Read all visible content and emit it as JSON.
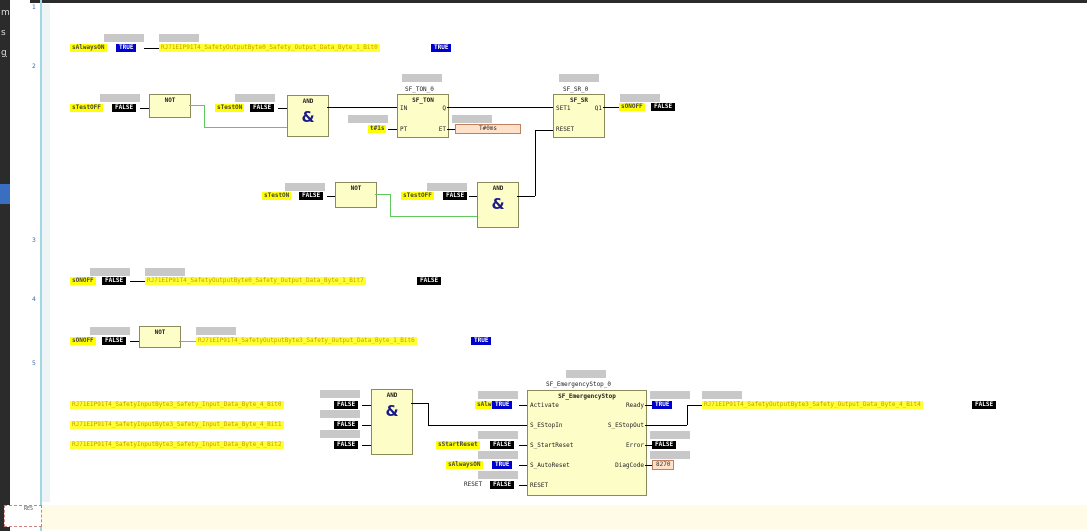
{
  "sidebar_fragments": [
    "m",
    "s",
    "g"
  ],
  "line_numbers": [
    "1",
    "2",
    "3",
    "4",
    "5"
  ],
  "corner_box_text": "RES",
  "values": {
    "true": "TRUE",
    "false": "FALSE"
  },
  "vars": {
    "s_always_on": "sAlwaysON",
    "s_test_off": "sTestOFF",
    "s_test_on": "sTestON",
    "s_on_off": "sONOFF",
    "s_start_reset": "sStartReset",
    "reset": "RESET",
    "out_bit0": "RJ71EIP91T4_SafetyOutputByte0_Safety_Output_Data_Byte_1_Bit0",
    "out_bit7": "RJ71EIP91T4_SafetyOutputByte0_Safety_Output_Data_Byte_1_Bit7",
    "out3_bit6": "RJ71EIP91T4_SafetyOutputByte3_Safety_Output_Data_Byte_1_Bit6",
    "in_bit0": "RJ71EIP91T4_SafetyInputByte3_Safety_Input_Data_Byte_4_Bit0",
    "in_bit1": "RJ71EIP91T4_SafetyInputByte3_Safety_Input_Data_Byte_4_Bit1",
    "in_bit2": "RJ71EIP91T4_SafetyInputByte3_Safety_Input_Data_Byte_4_Bit2",
    "out3_bit4": "RJ71EIP91T4_SafetyOutputByte3_Safety_Output_Data_Byte_4_Bit4"
  },
  "blocks": {
    "not": "NOT",
    "and": "AND",
    "amp": "&",
    "ton_instance": "SF_TON_0",
    "ton_type": "SF_TON",
    "ton_in": "IN",
    "ton_q": "Q",
    "ton_pt": "PT",
    "ton_et": "ET",
    "ton_pt_value": "t#1s",
    "ton_et_value": "T#0ms",
    "sr_instance": "SF_SR_0",
    "sr_type": "SF_SR",
    "sr_set1": "SET1",
    "sr_q1": "Q1",
    "sr_reset": "RESET",
    "es_instance": "SF_EmergencyStop_0",
    "es_type": "SF_EmergencyStop",
    "es_activate": "Activate",
    "es_ready": "Ready",
    "es_estopin": "S_EStopIn",
    "es_estopout": "S_EStopOut",
    "es_startreset": "S_StartReset",
    "es_error": "Error",
    "es_autoreset": "S_AutoReset",
    "es_diagcode": "DiagCode",
    "es_reset": "RESET",
    "es_diag_value": "8270"
  }
}
